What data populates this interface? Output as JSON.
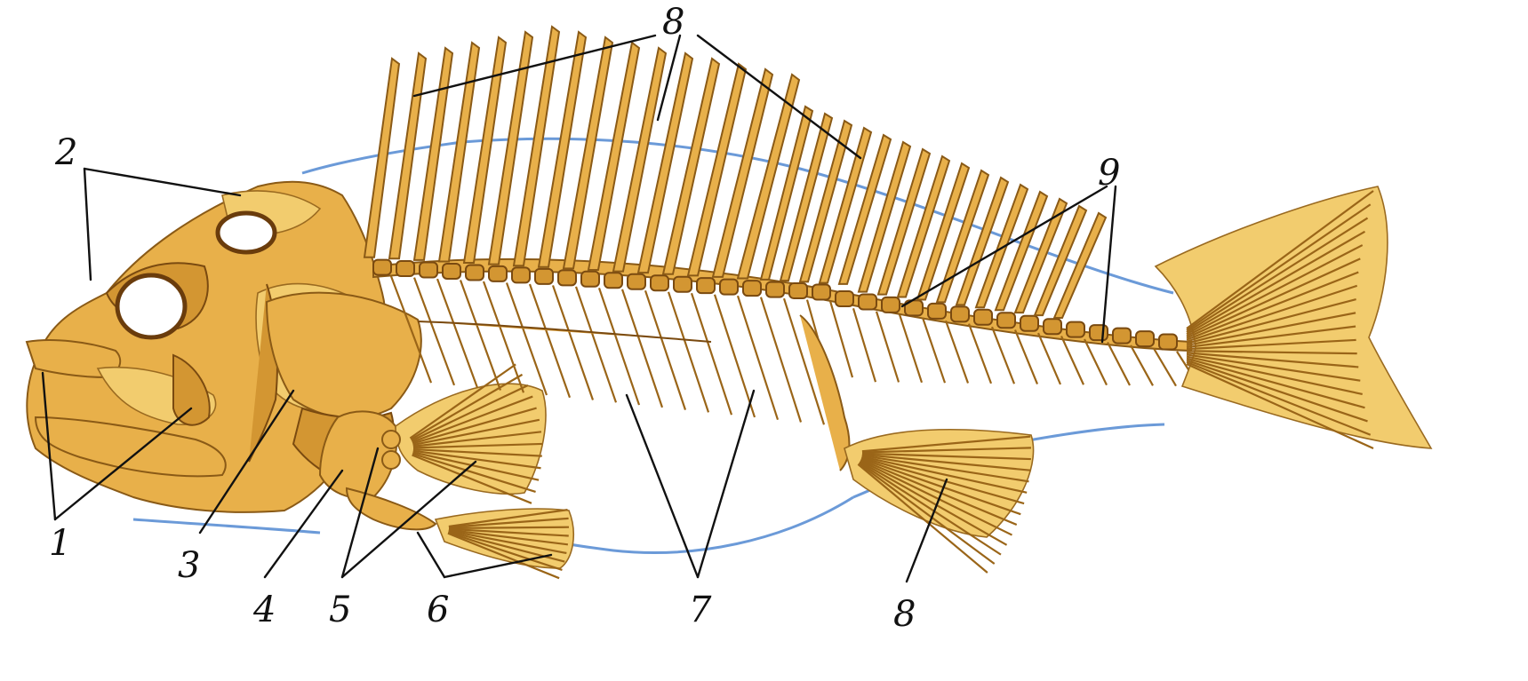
{
  "labels": {
    "l1": "1",
    "l2": "2",
    "l3": "3",
    "l4": "4",
    "l5": "5",
    "l6": "6",
    "l7": "7",
    "l8a": "8",
    "l8b": "8",
    "l9": "9"
  },
  "colors": {
    "bone": "#e8b04a",
    "bone_outline": "#8a5a16",
    "body_outline": "#6b9ad8",
    "label": "#111111"
  }
}
